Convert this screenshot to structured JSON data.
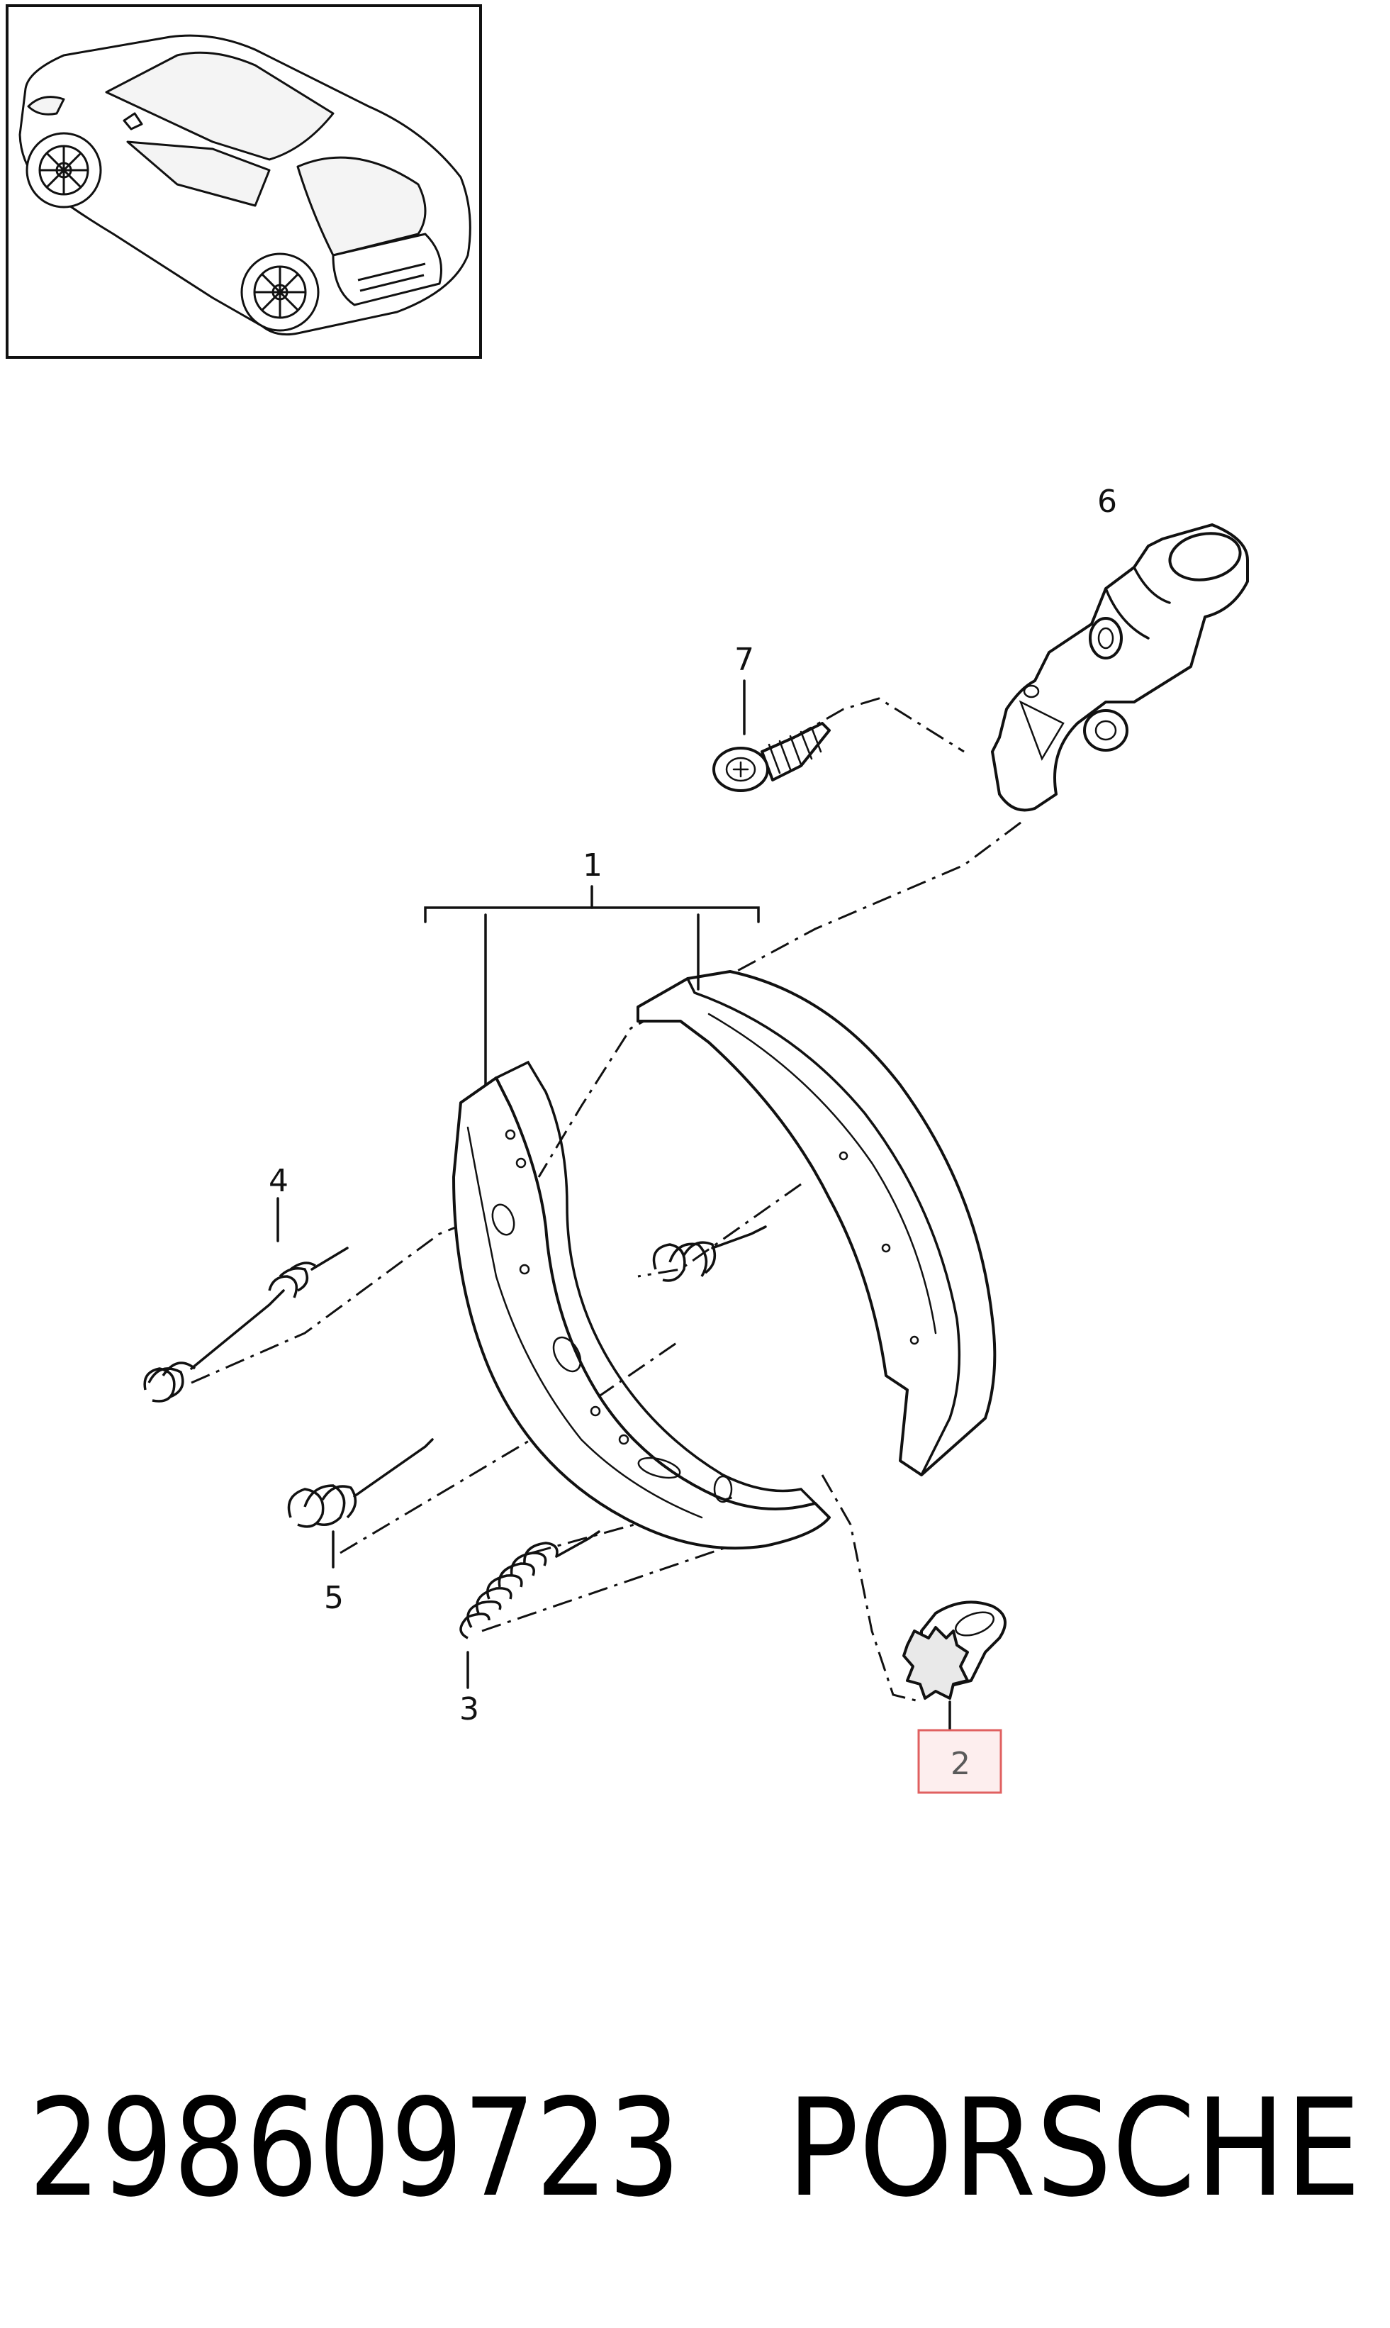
{
  "callouts": {
    "c1": "1",
    "c2": "2",
    "c3": "3",
    "c4": "4",
    "c5": "5",
    "c6": "6",
    "c7": "7"
  },
  "highlight": {
    "part_number": "2",
    "border_color": "#e06060",
    "fill_color": "#fdeeee"
  },
  "footer": {
    "part_code": "298609723",
    "brand": "PORSCHE"
  }
}
